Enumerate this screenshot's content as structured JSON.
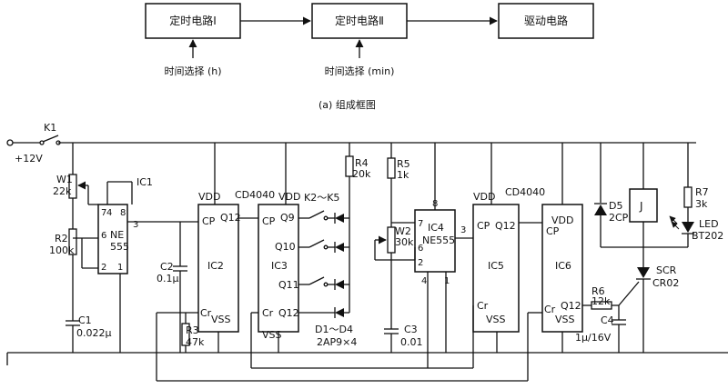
{
  "block_diagram": {
    "blocks": [
      "定时电路Ⅰ",
      "定时电路Ⅱ",
      "驱动电路"
    ],
    "inputs": [
      "时间选择 (h)",
      "时间选择 (min)"
    ],
    "caption": "(a) 组成框图"
  },
  "schematic": {
    "switch_k1": "K1",
    "supply": "+12V",
    "ic1": {
      "name": "IC1",
      "type_line1": "NE",
      "type_line2": "555",
      "pins": [
        "7",
        "4",
        "8",
        "6",
        "3",
        "2",
        "1"
      ]
    },
    "w1": {
      "name": "W1",
      "value": "22k"
    },
    "r2": {
      "name": "R2",
      "value": "100k"
    },
    "c1": {
      "name": "C1",
      "value": "0.022μ"
    },
    "c2": {
      "name": "C2",
      "value": "0.1μ"
    },
    "r3": {
      "name": "R3",
      "value": "47k"
    },
    "ic2": {
      "name": "IC2",
      "vdd": "VDD",
      "cp": "CP",
      "q12": "Q12",
      "cr": "Cr",
      "vss": "VSS"
    },
    "cd4040_a": "CD4040",
    "ic3": {
      "name": "IC3",
      "vdd": "VDD",
      "cp": "CP",
      "q9": "Q9",
      "q10": "Q10",
      "q11": "Q11",
      "q12": "Q12",
      "cr": "Cr",
      "vss": "VSS"
    },
    "switches": "K2～K5",
    "diodes": "D1～D4",
    "diode_type": "2AP9×4",
    "r4": {
      "name": "R4",
      "value": "20k"
    },
    "r5": {
      "name": "R5",
      "value": "1k"
    },
    "w2": {
      "name": "W2",
      "value": "30k"
    },
    "ic4": {
      "name": "IC4",
      "type": "NE555",
      "pins": [
        "8",
        "7",
        "6",
        "2",
        "3",
        "4",
        "1"
      ]
    },
    "c3": {
      "name": "C3",
      "value": "0.01"
    },
    "cd4040_b": "CD4040",
    "ic5": {
      "name": "IC5",
      "vdd": "VDD",
      "cp": "CP",
      "q12": "Q12",
      "cr": "Cr",
      "vss": "VSS"
    },
    "ic6": {
      "name": "IC6",
      "vdd": "VDD",
      "cp": "CP",
      "q12": "Q12",
      "cr": "Cr",
      "vss": "VSS"
    },
    "d5": {
      "name": "D5",
      "value": "2CP"
    },
    "relay": "J",
    "r7": {
      "name": "R7",
      "value": "3k"
    },
    "led": {
      "name": "LED",
      "value": "BT202"
    },
    "r6": {
      "name": "R6",
      "value": "12k"
    },
    "c4": {
      "name": "C4",
      "value": "1μ/16V"
    },
    "scr": {
      "name": "SCR",
      "value": "CR02"
    }
  }
}
